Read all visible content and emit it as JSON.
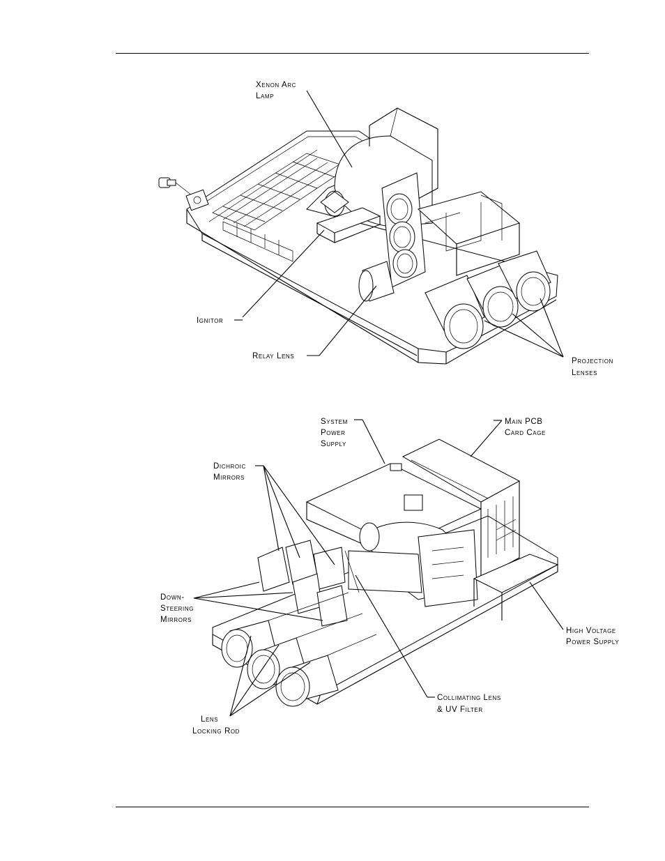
{
  "figure_top": {
    "labels": {
      "xenon_l1": "Xenon Arc",
      "xenon_l2": "Lamp",
      "ignitor": "Ignitor",
      "relay": "Relay Lens",
      "proj_l1": "Projection",
      "proj_l2": "Lenses"
    }
  },
  "figure_bottom": {
    "labels": {
      "sys_l1": "System",
      "sys_l2": "Power",
      "sys_l3": "Supply",
      "pcb_l1": "Main PCB",
      "pcb_l2": "Card Cage",
      "dich_l1": "Dichroic",
      "dich_l2": "Mirrors",
      "down_l1": "Down-",
      "down_l2": "Steering",
      "down_l3": "Mirrors",
      "hv_l1": "High Voltage",
      "hv_l2": "Power Supply",
      "coll_l1": "Collimating Lens",
      "coll_l2": "& UV Filter",
      "lens_l1": "Lens",
      "lens_l2": "Locking Rod"
    }
  }
}
